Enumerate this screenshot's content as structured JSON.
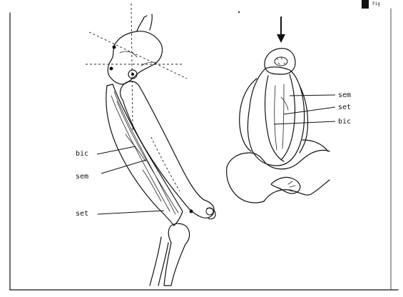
{
  "corner_mark": "Fig",
  "side_view_labels": {
    "bic": "bic",
    "sem": "sem",
    "set": "set"
  },
  "cross_section_labels": {
    "sem": "sem",
    "set": "set",
    "bic": "bic"
  }
}
